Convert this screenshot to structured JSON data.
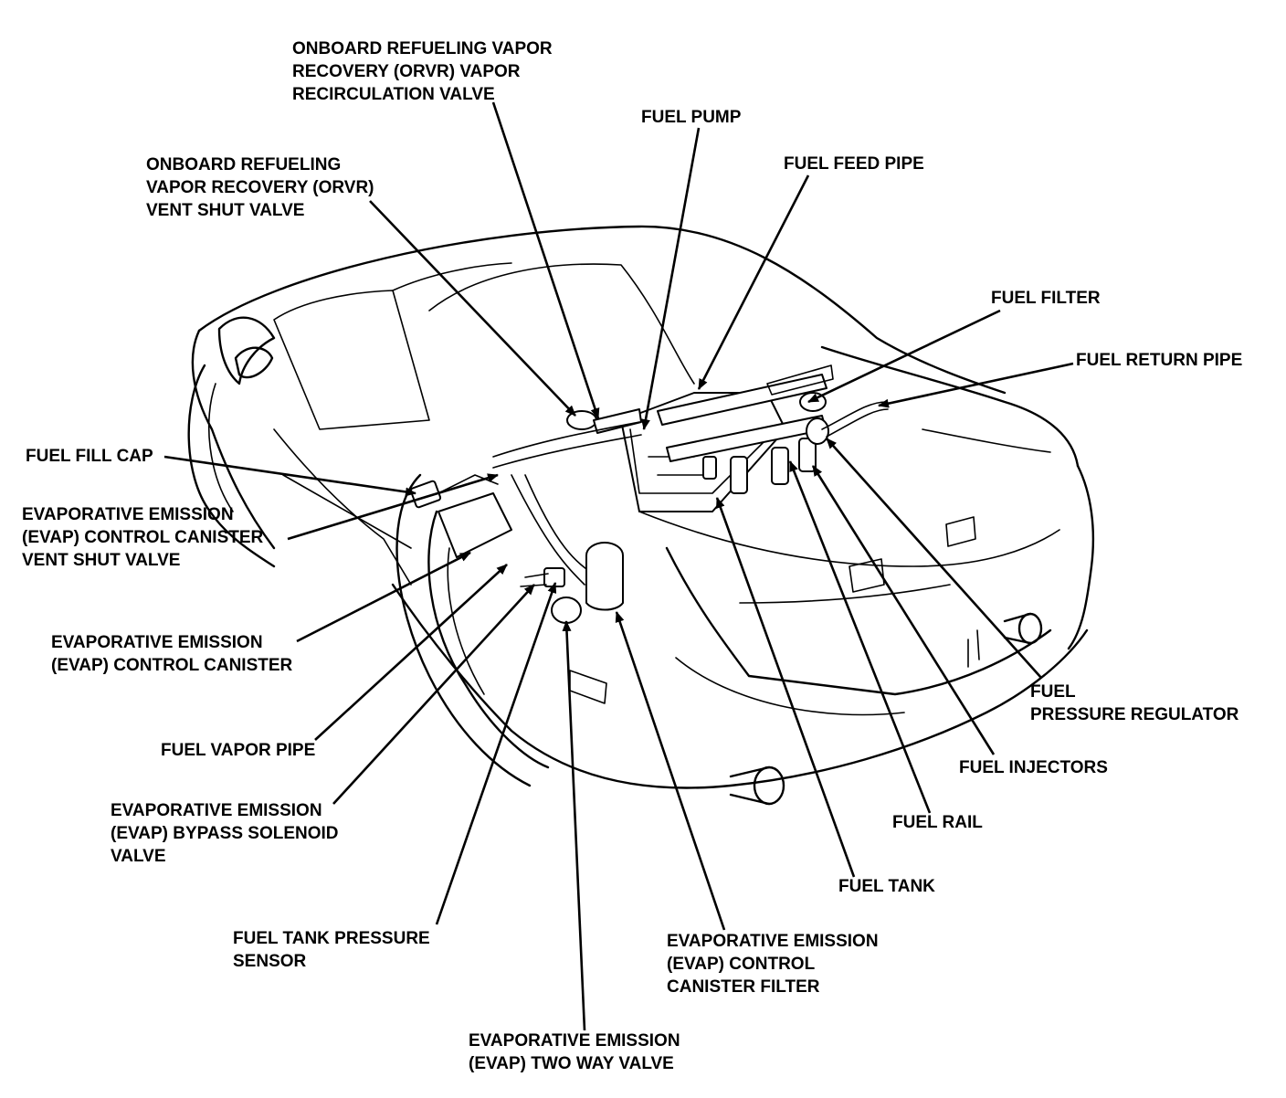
{
  "labels": {
    "orvr_recirc_valve": [
      "ONBOARD REFUELING VAPOR",
      "RECOVERY (ORVR) VAPOR",
      "RECIRCULATION VALVE"
    ],
    "orvr_vent_shut_valve": [
      "ONBOARD REFUELING",
      "VAPOR RECOVERY (ORVR)",
      "VENT SHUT VALVE"
    ],
    "fuel_pump": [
      "FUEL PUMP"
    ],
    "fuel_feed_pipe": [
      "FUEL FEED PIPE"
    ],
    "fuel_filter": [
      "FUEL FILTER"
    ],
    "fuel_return_pipe": [
      "FUEL RETURN PIPE"
    ],
    "fuel_fill_cap": [
      "FUEL FILL CAP"
    ],
    "evap_canister_vent_shut_valve": [
      "EVAPORATIVE EMISSION",
      "(EVAP) CONTROL CANISTER",
      "VENT SHUT VALVE"
    ],
    "evap_control_canister": [
      "EVAPORATIVE EMISSION",
      "(EVAP) CONTROL CANISTER"
    ],
    "fuel_vapor_pipe": [
      "FUEL VAPOR PIPE"
    ],
    "evap_bypass_solenoid_valve": [
      "EVAPORATIVE EMISSION",
      "(EVAP) BYPASS SOLENOID",
      "VALVE"
    ],
    "fuel_tank_pressure_sensor": [
      "FUEL TANK PRESSURE",
      "SENSOR"
    ],
    "evap_two_way_valve": [
      "EVAPORATIVE EMISSION",
      "(EVAP) TWO WAY VALVE"
    ],
    "evap_canister_filter": [
      "EVAPORATIVE EMISSION",
      "(EVAP) CONTROL",
      "CANISTER FILTER"
    ],
    "fuel_tank": [
      "FUEL TANK"
    ],
    "fuel_rail": [
      "FUEL RAIL"
    ],
    "fuel_injectors": [
      "FUEL INJECTORS"
    ],
    "fuel_pressure_regulator": [
      "FUEL",
      "PRESSURE REGULATOR"
    ]
  },
  "colors": {
    "ink": "#000000",
    "paper": "#ffffff"
  }
}
